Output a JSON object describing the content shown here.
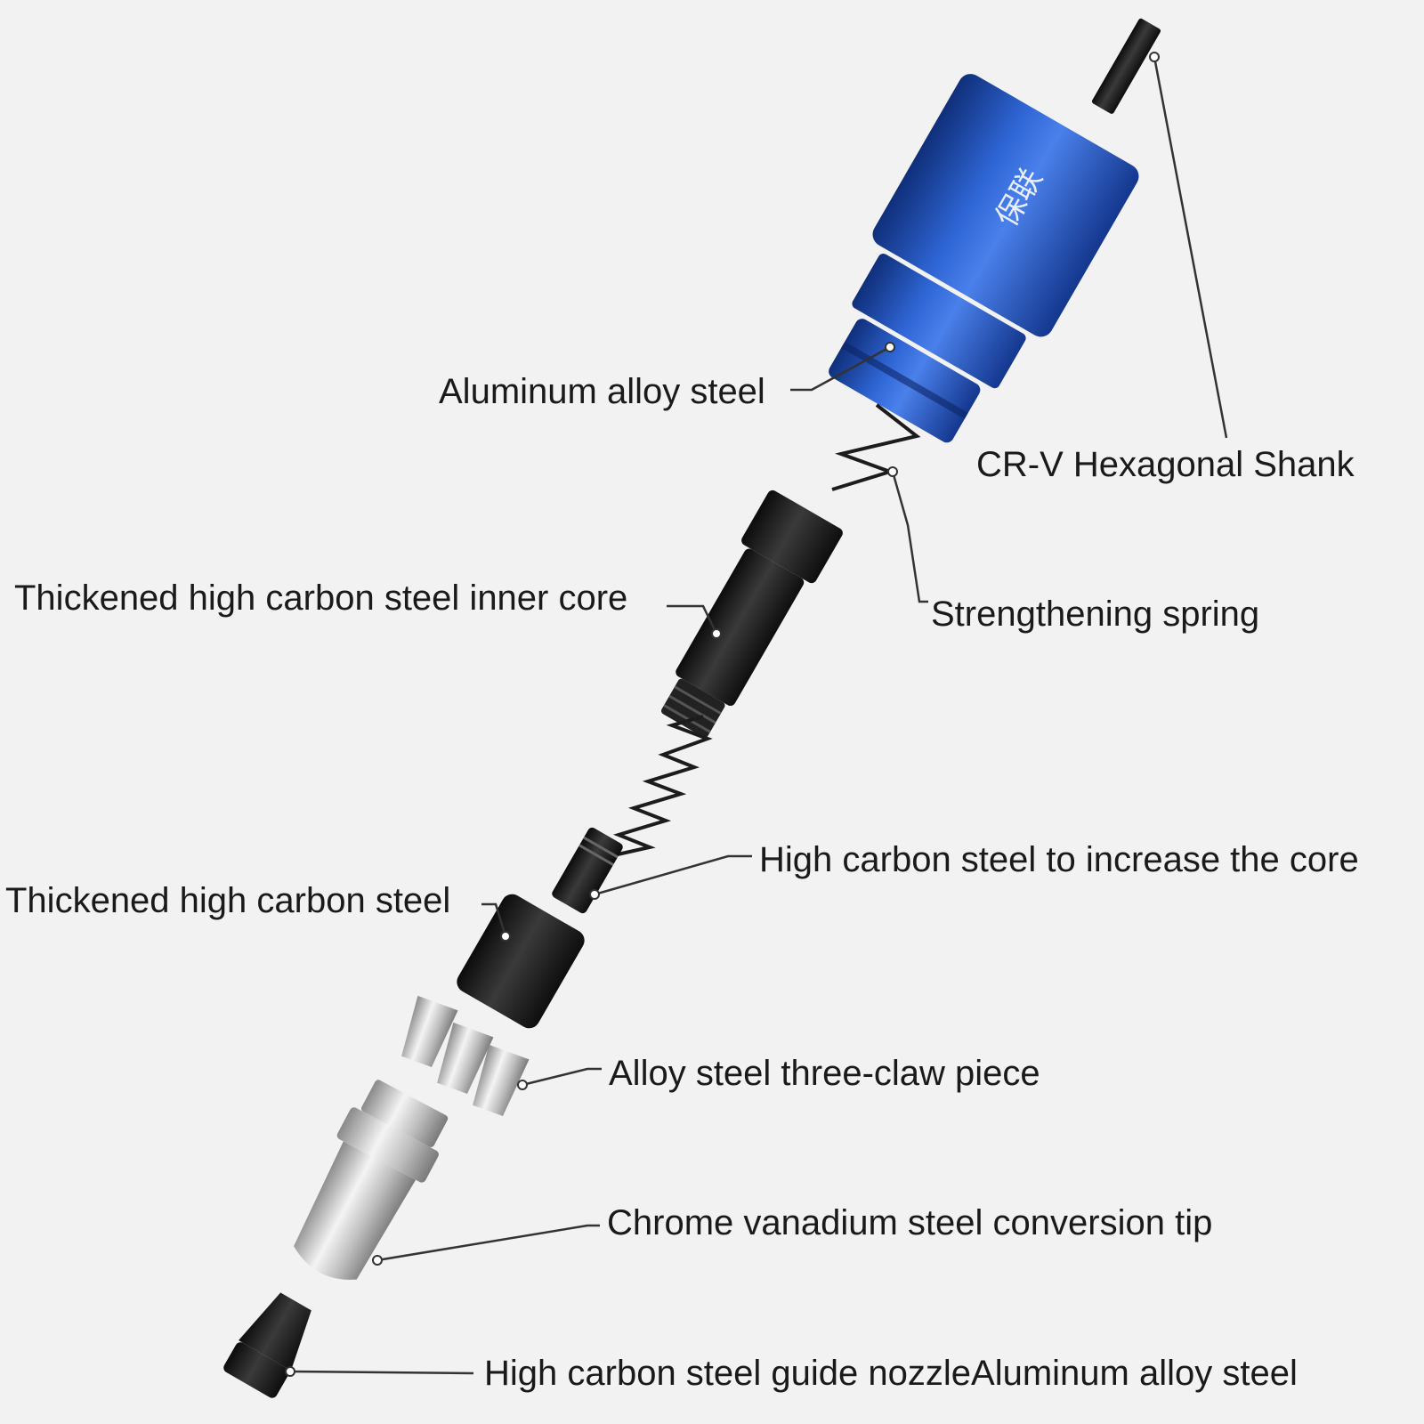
{
  "labels": {
    "aluminum_body": "Aluminum alloy steel",
    "hex_shank": "CR-V Hexagonal Shank",
    "inner_core": "Thickened high carbon steel inner core",
    "spring": "Strengthening spring",
    "increase_core": "High carbon steel to increase the core",
    "thick_steel": "Thickened high carbon steel",
    "three_claw": "Alloy steel three-claw piece",
    "conversion_tip": "Chrome vanadium steel conversion tip",
    "guide_nozzle": "High carbon steel guide nozzleAluminum alloy steel"
  },
  "colors": {
    "background": "#f2f2f2",
    "body_blue": "#1f4fb8",
    "dark_steel": "#1c1c1c",
    "silver": "#c8c8c8"
  }
}
